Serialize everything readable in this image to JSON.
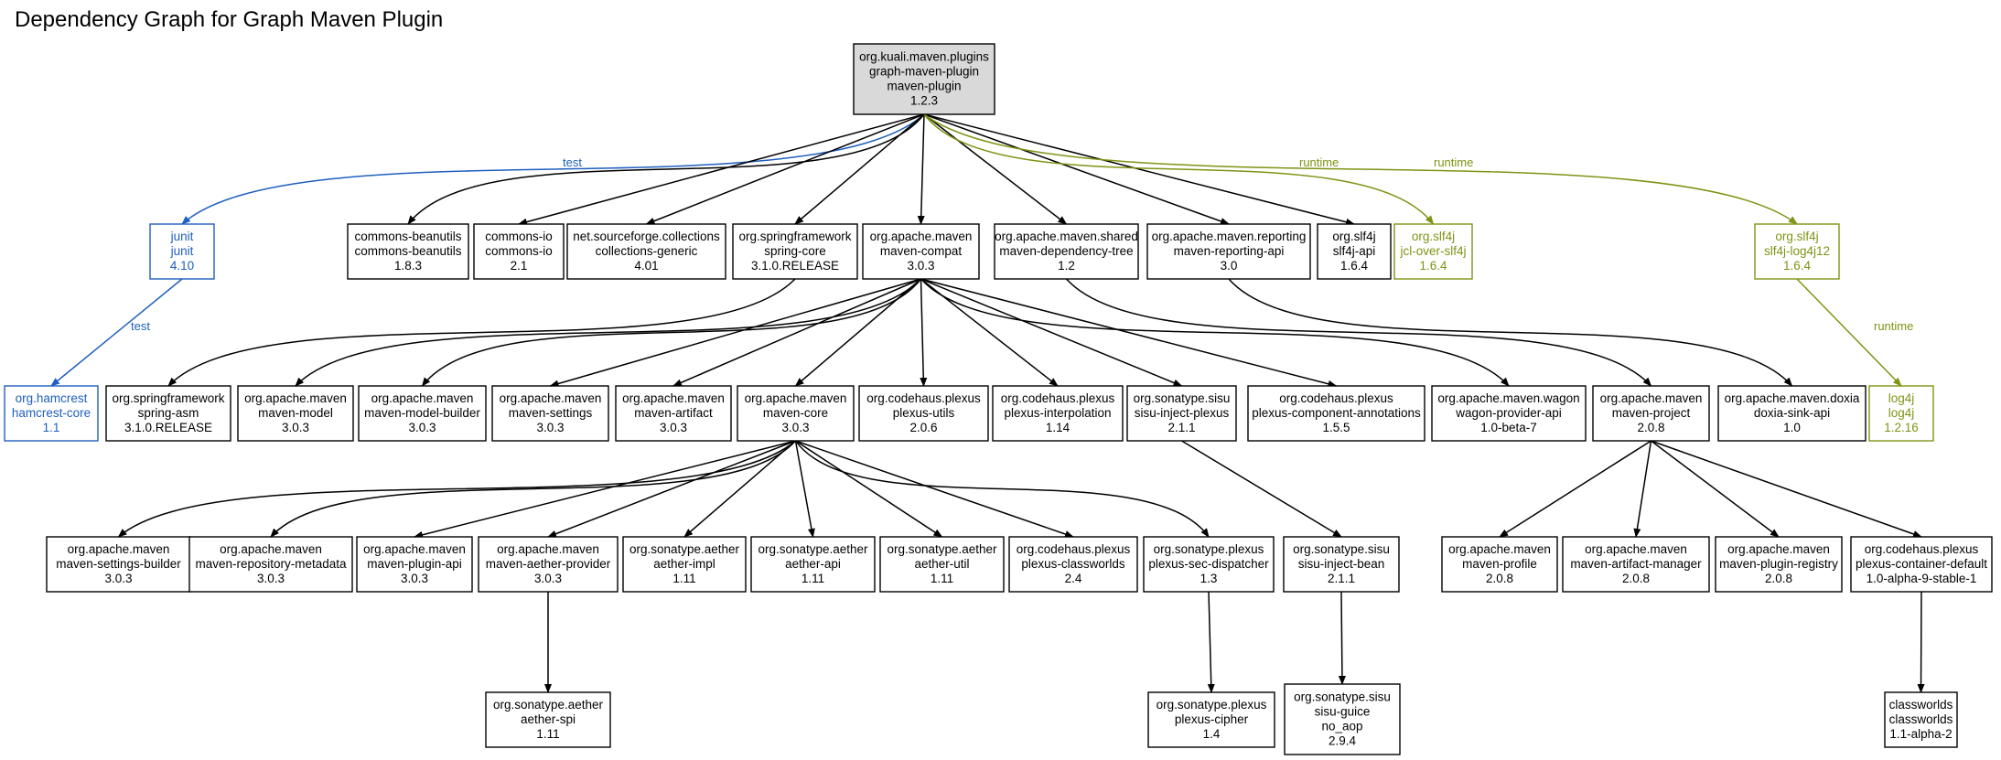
{
  "title": "Dependency Graph for Graph Maven Plugin",
  "colors": {
    "compile": "#000000",
    "test": "#1f5fbf",
    "runtime": "#7d9414",
    "root_fill": "#d9d9d9"
  },
  "nodes": [
    {
      "id": "root",
      "lines": [
        "org.kuali.maven.plugins",
        "graph-maven-plugin",
        "maven-plugin",
        "1.2.3"
      ],
      "scope": "root"
    },
    {
      "id": "junit",
      "lines": [
        "junit",
        "junit",
        "4.10"
      ],
      "scope": "test"
    },
    {
      "id": "beanutils",
      "lines": [
        "commons-beanutils",
        "commons-beanutils",
        "1.8.3"
      ],
      "scope": "compile"
    },
    {
      "id": "commons-io",
      "lines": [
        "commons-io",
        "commons-io",
        "2.1"
      ],
      "scope": "compile"
    },
    {
      "id": "collections-generic",
      "lines": [
        "net.sourceforge.collections",
        "collections-generic",
        "4.01"
      ],
      "scope": "compile"
    },
    {
      "id": "spring-core",
      "lines": [
        "org.springframework",
        "spring-core",
        "3.1.0.RELEASE"
      ],
      "scope": "compile"
    },
    {
      "id": "maven-compat",
      "lines": [
        "org.apache.maven",
        "maven-compat",
        "3.0.3"
      ],
      "scope": "compile"
    },
    {
      "id": "dependency-tree",
      "lines": [
        "org.apache.maven.shared",
        "maven-dependency-tree",
        "1.2"
      ],
      "scope": "compile"
    },
    {
      "id": "reporting-api",
      "lines": [
        "org.apache.maven.reporting",
        "maven-reporting-api",
        "3.0"
      ],
      "scope": "compile"
    },
    {
      "id": "slf4j-api",
      "lines": [
        "org.slf4j",
        "slf4j-api",
        "1.6.4"
      ],
      "scope": "compile"
    },
    {
      "id": "jcl-over-slf4j",
      "lines": [
        "org.slf4j",
        "jcl-over-slf4j",
        "1.6.4"
      ],
      "scope": "runtime"
    },
    {
      "id": "slf4j-log4j12",
      "lines": [
        "org.slf4j",
        "slf4j-log4j12",
        "1.6.4"
      ],
      "scope": "runtime"
    },
    {
      "id": "hamcrest",
      "lines": [
        "org.hamcrest",
        "hamcrest-core",
        "1.1"
      ],
      "scope": "test"
    },
    {
      "id": "spring-asm",
      "lines": [
        "org.springframework",
        "spring-asm",
        "3.1.0.RELEASE"
      ],
      "scope": "compile"
    },
    {
      "id": "maven-model",
      "lines": [
        "org.apache.maven",
        "maven-model",
        "3.0.3"
      ],
      "scope": "compile"
    },
    {
      "id": "maven-model-builder",
      "lines": [
        "org.apache.maven",
        "maven-model-builder",
        "3.0.3"
      ],
      "scope": "compile"
    },
    {
      "id": "maven-settings",
      "lines": [
        "org.apache.maven",
        "maven-settings",
        "3.0.3"
      ],
      "scope": "compile"
    },
    {
      "id": "maven-artifact",
      "lines": [
        "org.apache.maven",
        "maven-artifact",
        "3.0.3"
      ],
      "scope": "compile"
    },
    {
      "id": "maven-core",
      "lines": [
        "org.apache.maven",
        "maven-core",
        "3.0.3"
      ],
      "scope": "compile"
    },
    {
      "id": "plexus-utils",
      "lines": [
        "org.codehaus.plexus",
        "plexus-utils",
        "2.0.6"
      ],
      "scope": "compile"
    },
    {
      "id": "plexus-interpolation",
      "lines": [
        "org.codehaus.plexus",
        "plexus-interpolation",
        "1.14"
      ],
      "scope": "compile"
    },
    {
      "id": "sisu-inject-plexus",
      "lines": [
        "org.sonatype.sisu",
        "sisu-inject-plexus",
        "2.1.1"
      ],
      "scope": "compile"
    },
    {
      "id": "plexus-component-annotations",
      "lines": [
        "org.codehaus.plexus",
        "plexus-component-annotations",
        "1.5.5"
      ],
      "scope": "compile"
    },
    {
      "id": "wagon-provider-api",
      "lines": [
        "org.apache.maven.wagon",
        "wagon-provider-api",
        "1.0-beta-7"
      ],
      "scope": "compile"
    },
    {
      "id": "maven-project",
      "lines": [
        "org.apache.maven",
        "maven-project",
        "2.0.8"
      ],
      "scope": "compile"
    },
    {
      "id": "doxia-sink-api",
      "lines": [
        "org.apache.maven.doxia",
        "doxia-sink-api",
        "1.0"
      ],
      "scope": "compile"
    },
    {
      "id": "log4j",
      "lines": [
        "log4j",
        "log4j",
        "1.2.16"
      ],
      "scope": "runtime"
    },
    {
      "id": "settings-builder",
      "lines": [
        "org.apache.maven",
        "maven-settings-builder",
        "3.0.3"
      ],
      "scope": "compile"
    },
    {
      "id": "repository-metadata",
      "lines": [
        "org.apache.maven",
        "maven-repository-metadata",
        "3.0.3"
      ],
      "scope": "compile"
    },
    {
      "id": "plugin-api",
      "lines": [
        "org.apache.maven",
        "maven-plugin-api",
        "3.0.3"
      ],
      "scope": "compile"
    },
    {
      "id": "aether-provider",
      "lines": [
        "org.apache.maven",
        "maven-aether-provider",
        "3.0.3"
      ],
      "scope": "compile"
    },
    {
      "id": "aether-impl",
      "lines": [
        "org.sonatype.aether",
        "aether-impl",
        "1.11"
      ],
      "scope": "compile"
    },
    {
      "id": "aether-api",
      "lines": [
        "org.sonatype.aether",
        "aether-api",
        "1.11"
      ],
      "scope": "compile"
    },
    {
      "id": "aether-util",
      "lines": [
        "org.sonatype.aether",
        "aether-util",
        "1.11"
      ],
      "scope": "compile"
    },
    {
      "id": "plexus-classworlds",
      "lines": [
        "org.codehaus.plexus",
        "plexus-classworlds",
        "2.4"
      ],
      "scope": "compile"
    },
    {
      "id": "sec-dispatcher",
      "lines": [
        "org.sonatype.plexus",
        "plexus-sec-dispatcher",
        "1.3"
      ],
      "scope": "compile"
    },
    {
      "id": "sisu-inject-bean",
      "lines": [
        "org.sonatype.sisu",
        "sisu-inject-bean",
        "2.1.1"
      ],
      "scope": "compile"
    },
    {
      "id": "maven-profile",
      "lines": [
        "org.apache.maven",
        "maven-profile",
        "2.0.8"
      ],
      "scope": "compile"
    },
    {
      "id": "artifact-manager",
      "lines": [
        "org.apache.maven",
        "maven-artifact-manager",
        "2.0.8"
      ],
      "scope": "compile"
    },
    {
      "id": "plugin-registry",
      "lines": [
        "org.apache.maven",
        "maven-plugin-registry",
        "2.0.8"
      ],
      "scope": "compile"
    },
    {
      "id": "container-default",
      "lines": [
        "org.codehaus.plexus",
        "plexus-container-default",
        "1.0-alpha-9-stable-1"
      ],
      "scope": "compile"
    },
    {
      "id": "aether-spi",
      "lines": [
        "org.sonatype.aether",
        "aether-spi",
        "1.11"
      ],
      "scope": "compile"
    },
    {
      "id": "plexus-cipher",
      "lines": [
        "org.sonatype.plexus",
        "plexus-cipher",
        "1.4"
      ],
      "scope": "compile"
    },
    {
      "id": "sisu-guice",
      "lines": [
        "org.sonatype.sisu",
        "sisu-guice",
        "no_aop",
        "2.9.4"
      ],
      "scope": "compile"
    },
    {
      "id": "classworlds",
      "lines": [
        "classworlds",
        "classworlds",
        "1.1-alpha-2"
      ],
      "scope": "compile"
    }
  ],
  "edges": [
    {
      "from": "root",
      "to": "junit",
      "scope": "test",
      "label": "test"
    },
    {
      "from": "root",
      "to": "beanutils",
      "scope": "compile",
      "label": ""
    },
    {
      "from": "root",
      "to": "commons-io",
      "scope": "compile",
      "label": ""
    },
    {
      "from": "root",
      "to": "collections-generic",
      "scope": "compile",
      "label": ""
    },
    {
      "from": "root",
      "to": "spring-core",
      "scope": "compile",
      "label": ""
    },
    {
      "from": "root",
      "to": "maven-compat",
      "scope": "compile",
      "label": ""
    },
    {
      "from": "root",
      "to": "dependency-tree",
      "scope": "compile",
      "label": ""
    },
    {
      "from": "root",
      "to": "reporting-api",
      "scope": "compile",
      "label": ""
    },
    {
      "from": "root",
      "to": "slf4j-api",
      "scope": "compile",
      "label": ""
    },
    {
      "from": "root",
      "to": "jcl-over-slf4j",
      "scope": "runtime",
      "label": "runtime"
    },
    {
      "from": "root",
      "to": "slf4j-log4j12",
      "scope": "runtime",
      "label": "runtime"
    },
    {
      "from": "junit",
      "to": "hamcrest",
      "scope": "test",
      "label": "test"
    },
    {
      "from": "spring-core",
      "to": "spring-asm",
      "scope": "compile",
      "label": ""
    },
    {
      "from": "maven-compat",
      "to": "maven-model",
      "scope": "compile",
      "label": ""
    },
    {
      "from": "maven-compat",
      "to": "maven-model-builder",
      "scope": "compile",
      "label": ""
    },
    {
      "from": "maven-compat",
      "to": "maven-settings",
      "scope": "compile",
      "label": ""
    },
    {
      "from": "maven-compat",
      "to": "maven-artifact",
      "scope": "compile",
      "label": ""
    },
    {
      "from": "maven-compat",
      "to": "maven-core",
      "scope": "compile",
      "label": ""
    },
    {
      "from": "maven-compat",
      "to": "plexus-utils",
      "scope": "compile",
      "label": ""
    },
    {
      "from": "maven-compat",
      "to": "plexus-interpolation",
      "scope": "compile",
      "label": ""
    },
    {
      "from": "maven-compat",
      "to": "sisu-inject-plexus",
      "scope": "compile",
      "label": ""
    },
    {
      "from": "maven-compat",
      "to": "plexus-component-annotations",
      "scope": "compile",
      "label": ""
    },
    {
      "from": "maven-compat",
      "to": "wagon-provider-api",
      "scope": "compile",
      "label": ""
    },
    {
      "from": "dependency-tree",
      "to": "maven-project",
      "scope": "compile",
      "label": ""
    },
    {
      "from": "reporting-api",
      "to": "doxia-sink-api",
      "scope": "compile",
      "label": ""
    },
    {
      "from": "slf4j-log4j12",
      "to": "log4j",
      "scope": "runtime",
      "label": "runtime"
    },
    {
      "from": "maven-core",
      "to": "settings-builder",
      "scope": "compile",
      "label": ""
    },
    {
      "from": "maven-core",
      "to": "repository-metadata",
      "scope": "compile",
      "label": ""
    },
    {
      "from": "maven-core",
      "to": "plugin-api",
      "scope": "compile",
      "label": ""
    },
    {
      "from": "maven-core",
      "to": "aether-provider",
      "scope": "compile",
      "label": ""
    },
    {
      "from": "maven-core",
      "to": "aether-impl",
      "scope": "compile",
      "label": ""
    },
    {
      "from": "maven-core",
      "to": "aether-api",
      "scope": "compile",
      "label": ""
    },
    {
      "from": "maven-core",
      "to": "aether-util",
      "scope": "compile",
      "label": ""
    },
    {
      "from": "maven-core",
      "to": "plexus-classworlds",
      "scope": "compile",
      "label": ""
    },
    {
      "from": "maven-core",
      "to": "sec-dispatcher",
      "scope": "compile",
      "label": ""
    },
    {
      "from": "sisu-inject-plexus",
      "to": "sisu-inject-bean",
      "scope": "compile",
      "label": ""
    },
    {
      "from": "maven-project",
      "to": "maven-profile",
      "scope": "compile",
      "label": ""
    },
    {
      "from": "maven-project",
      "to": "artifact-manager",
      "scope": "compile",
      "label": ""
    },
    {
      "from": "maven-project",
      "to": "plugin-registry",
      "scope": "compile",
      "label": ""
    },
    {
      "from": "maven-project",
      "to": "container-default",
      "scope": "compile",
      "label": ""
    },
    {
      "from": "aether-provider",
      "to": "aether-spi",
      "scope": "compile",
      "label": ""
    },
    {
      "from": "sec-dispatcher",
      "to": "plexus-cipher",
      "scope": "compile",
      "label": ""
    },
    {
      "from": "sisu-inject-bean",
      "to": "sisu-guice",
      "scope": "compile",
      "label": ""
    },
    {
      "from": "container-default",
      "to": "classworlds",
      "scope": "compile",
      "label": ""
    }
  ]
}
